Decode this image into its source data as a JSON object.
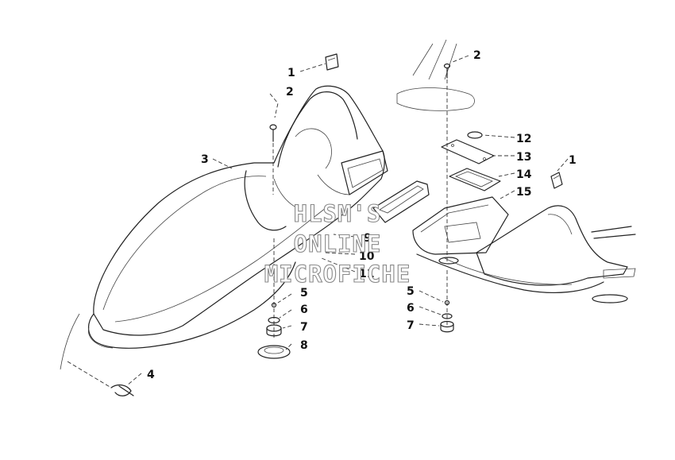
{
  "watermark": {
    "line1": "HLSM'S",
    "line2": "ONLINE",
    "line3": "MICROFICHE"
  },
  "callouts": [
    {
      "id": "c1a",
      "label": "1"
    },
    {
      "id": "c2a",
      "label": "2"
    },
    {
      "id": "c3",
      "label": "3"
    },
    {
      "id": "c4",
      "label": "4"
    },
    {
      "id": "c5a",
      "label": "5"
    },
    {
      "id": "c6a",
      "label": "6"
    },
    {
      "id": "c7a",
      "label": "7"
    },
    {
      "id": "c8",
      "label": "8"
    },
    {
      "id": "c9",
      "label": "9"
    },
    {
      "id": "c10",
      "label": "10"
    },
    {
      "id": "c11",
      "label": "11"
    },
    {
      "id": "c2b",
      "label": "2"
    },
    {
      "id": "c12",
      "label": "12"
    },
    {
      "id": "c13",
      "label": "13"
    },
    {
      "id": "c14",
      "label": "14"
    },
    {
      "id": "c15",
      "label": "15"
    },
    {
      "id": "c1b",
      "label": "1"
    },
    {
      "id": "c5b",
      "label": "5"
    },
    {
      "id": "c6b",
      "label": "6"
    },
    {
      "id": "c7b",
      "label": "7"
    }
  ]
}
